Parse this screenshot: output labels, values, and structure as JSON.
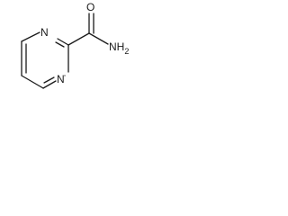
{
  "molecule": {
    "atoms": {
      "n_top": "N",
      "n_bottom": "N",
      "carbonyl_oxygen": "O",
      "amide_nitrogen": "NH",
      "amide_h_count": "2"
    }
  },
  "colors": {
    "bond": "#1a1a1a",
    "label": "#1a1a1a",
    "background": "#ffffff"
  }
}
